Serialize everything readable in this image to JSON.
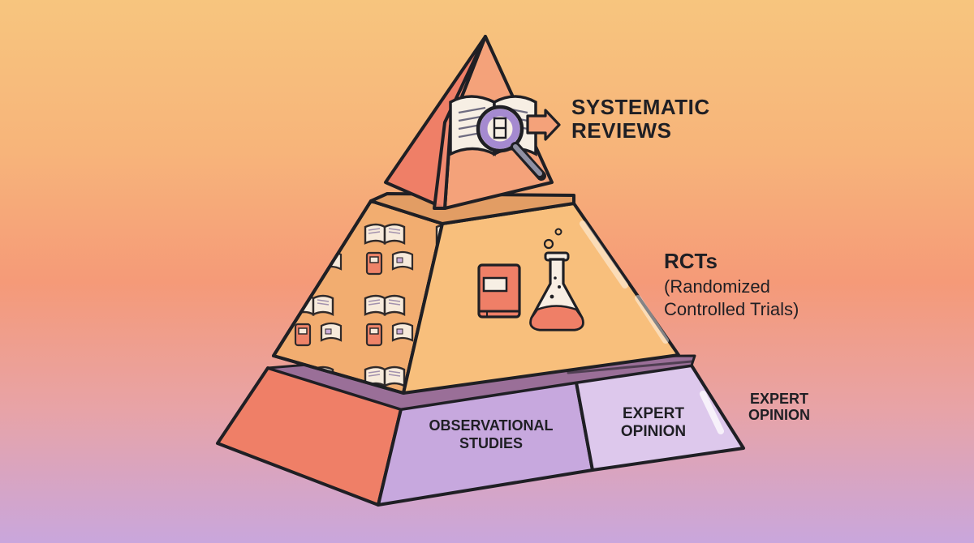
{
  "labels": {
    "systematic_reviews": "SYSTEMATIC\nREVIEWS",
    "rcts_title": "RCTs",
    "rcts_subtitle": "(Randomized\n  Controlled Trials)",
    "expert_opinion_side": "EXPERT\nOPINION",
    "observational_studies": "OBSERVATIONAL\nSTUDIES",
    "expert_opinion_box": "EXPERT\nOPINION"
  },
  "icons": {
    "top": [
      "open-book-icon",
      "magnifying-glass-icon",
      "arrow-right-icon"
    ],
    "middle_left": [
      "open-book-icon",
      "closed-book-icon"
    ],
    "middle_right": [
      "closed-book-icon",
      "flask-icon"
    ]
  },
  "colors": {
    "background_top": "#f7c57e",
    "background_mid": "#f59a78",
    "background_bottom": "#c9a6dc",
    "coral": "#ef7f67",
    "peach": "#f8bf7c",
    "peach_dark": "#f0a46c",
    "lavender": "#c9aee2",
    "lavender_light": "#ddc8ec",
    "outline": "#1f1f24"
  }
}
